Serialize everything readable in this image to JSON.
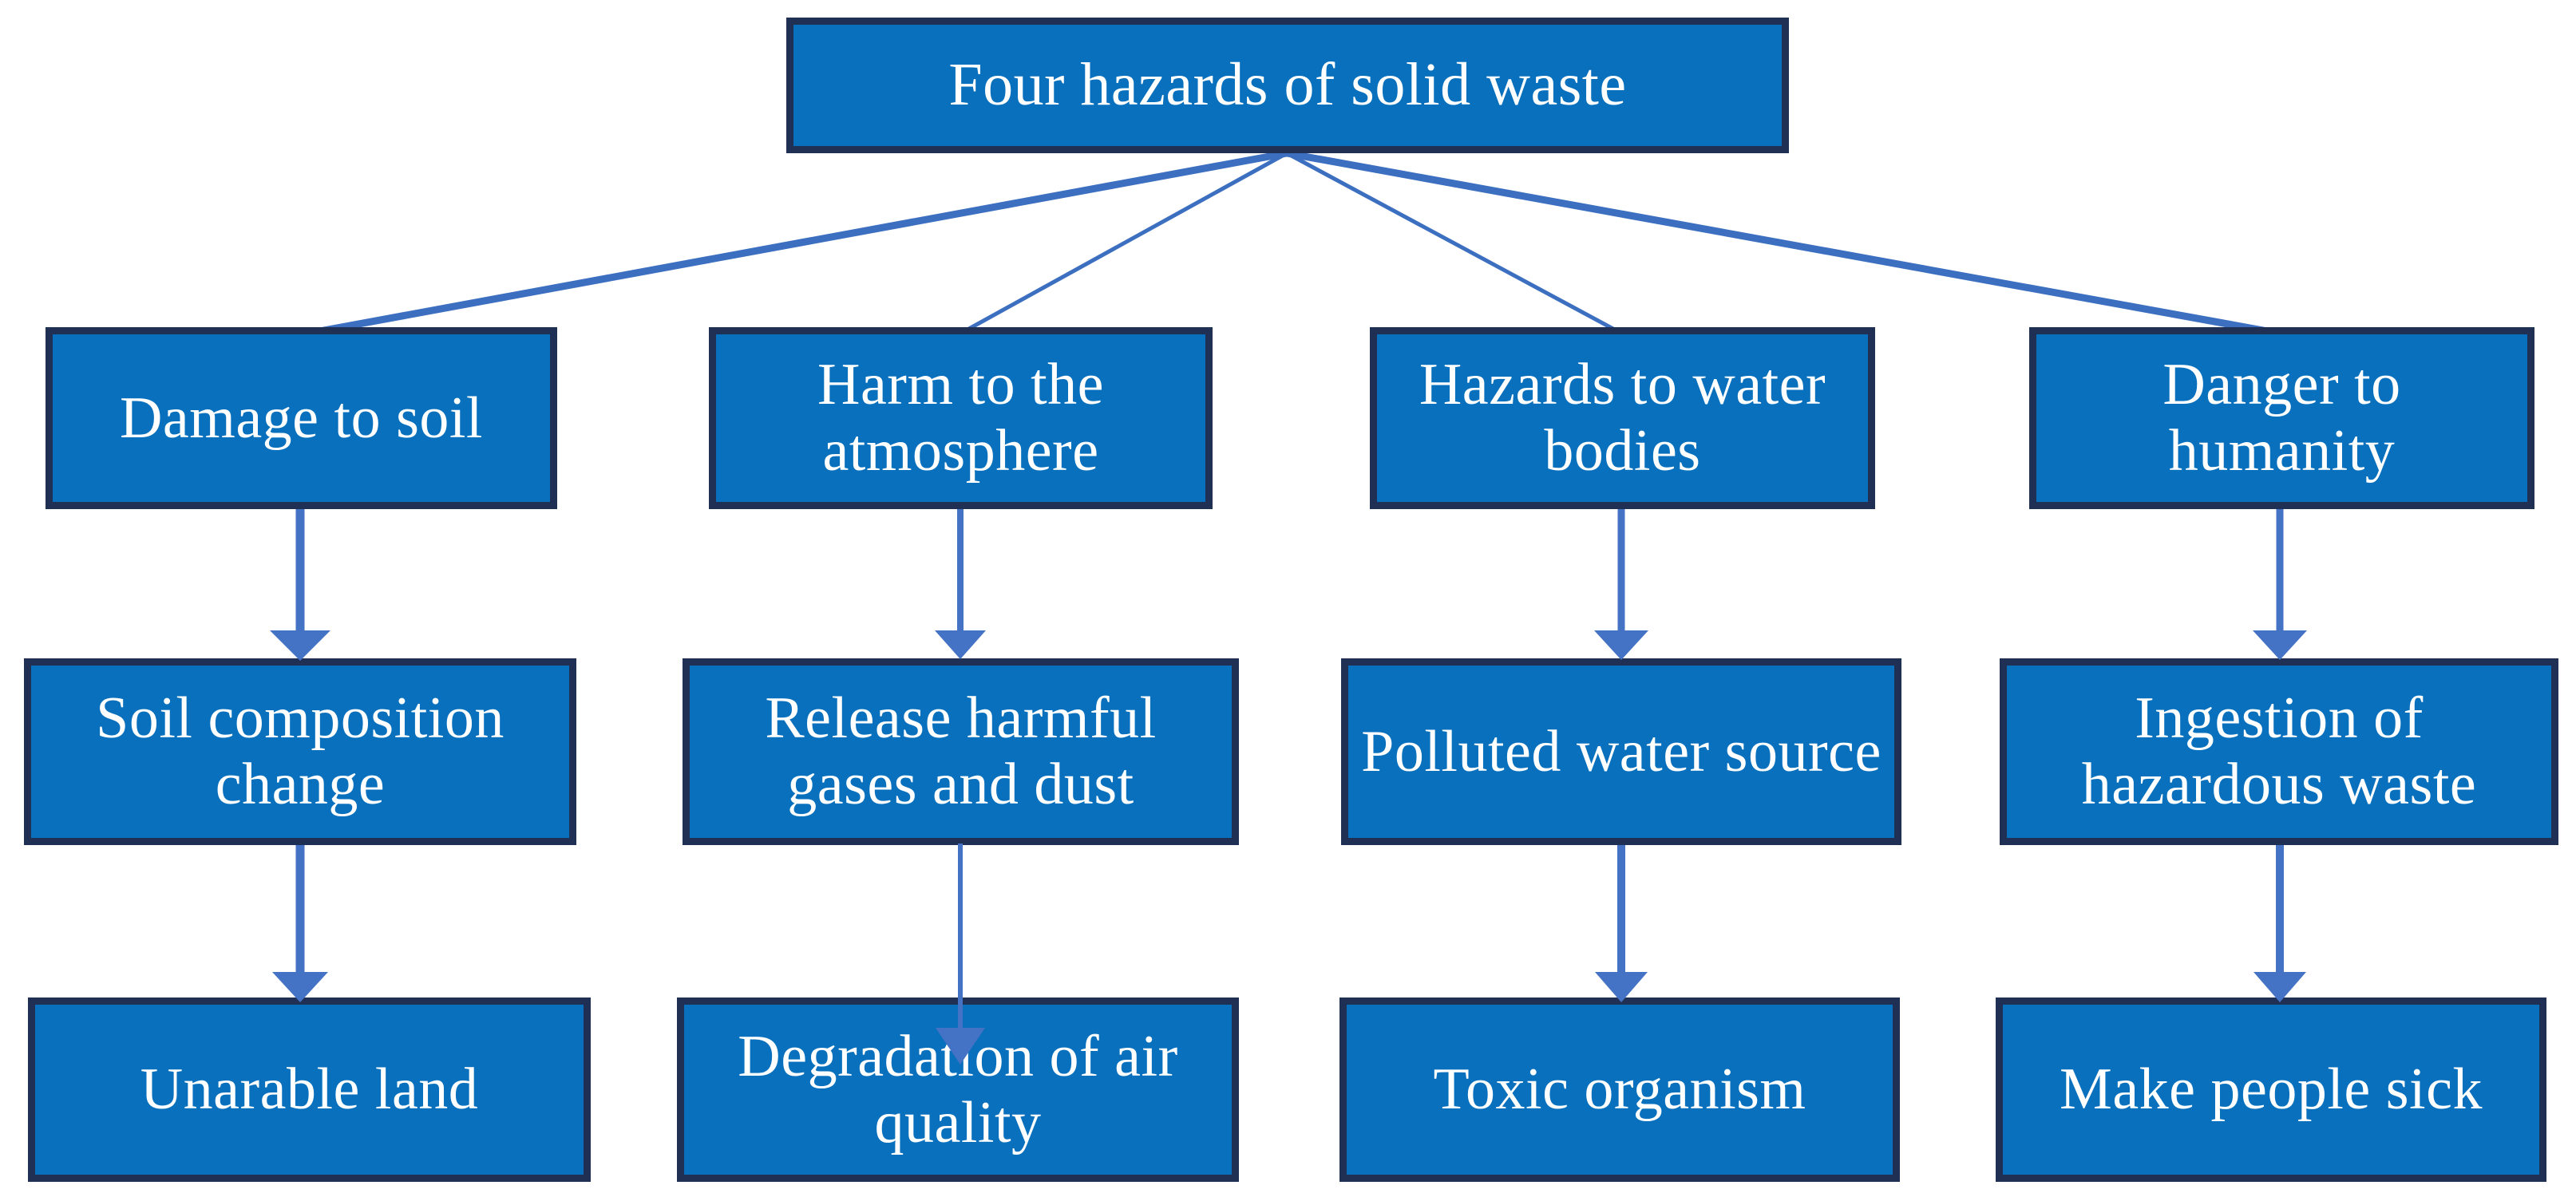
{
  "diagram": {
    "type": "tree-flowchart",
    "title": "Four hazards of solid waste",
    "colors": {
      "node_fill": "#0870BD",
      "node_border": "#1F3054",
      "node_text": "#FFFFFF",
      "connector": "#4472C4",
      "background": "#FFFFFF"
    },
    "root": {
      "label": "Four hazards of solid waste"
    },
    "branches": [
      {
        "category": "Damage to soil",
        "consequence": "Soil composition change",
        "outcome": "Unarable land"
      },
      {
        "category": "Harm to the atmosphere",
        "consequence": "Release harmful gases and dust",
        "outcome": "Degradation of air quality"
      },
      {
        "category": "Hazards to water bodies",
        "consequence": "Polluted water source",
        "outcome": "Toxic organism"
      },
      {
        "category": "Danger to humanity",
        "consequence": "Ingestion of hazardous waste",
        "outcome": "Make people sick"
      }
    ]
  }
}
